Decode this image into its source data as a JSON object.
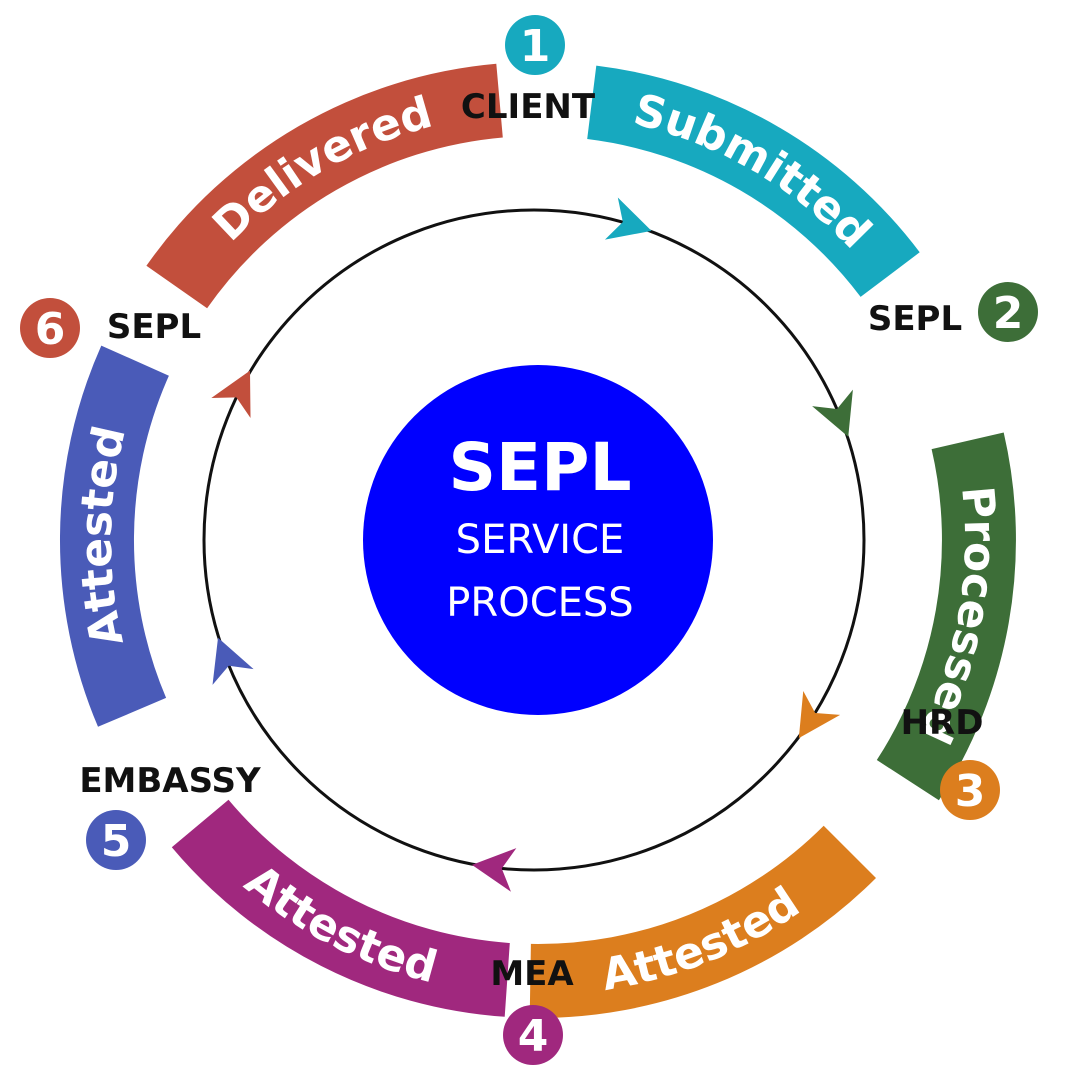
{
  "center": {
    "title": "SEPL",
    "subtitle_line1": "SERVICE",
    "subtitle_line2": "PROCESS",
    "color": "#0000ff"
  },
  "steps": [
    {
      "number": "1",
      "node": "CLIENT",
      "arc_label": "Submitted",
      "color": "#17a9bf"
    },
    {
      "number": "2",
      "node": "SEPL",
      "arc_label": "Processed",
      "color": "#3d6e38"
    },
    {
      "number": "3",
      "node": "HRD",
      "arc_label": "Attested",
      "color": "#dc7e1e"
    },
    {
      "number": "4",
      "node": "MEA",
      "arc_label": "Attested",
      "color": "#a0287e"
    },
    {
      "number": "5",
      "node": "EMBASSY",
      "arc_label": "Attested",
      "color": "#4a5bb8"
    },
    {
      "number": "6",
      "node": "SEPL",
      "arc_label": "Delivered",
      "color": "#c24f3c"
    }
  ]
}
